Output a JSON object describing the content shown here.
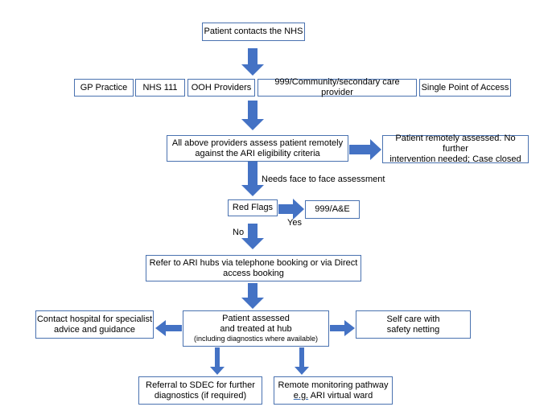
{
  "diagram": {
    "start": "Patient contacts the NHS",
    "providers": [
      "GP Practice",
      "NHS 111",
      "OOH Providers",
      "999/Community/secondary care provider",
      "Single Point of Access"
    ],
    "assess_remote": [
      "All above providers assess patient remotely",
      "against the ARI eligibility criteria"
    ],
    "remote_closed": [
      "Patient remotely assessed. No further",
      "intervention needed; Case closed"
    ],
    "needs_f2f_label": "Needs face to face assessment",
    "red_flags": "Red Flags",
    "yes_label": "Yes",
    "ae": "999/A&E",
    "no_label": "No",
    "refer_hubs": [
      "Refer to ARI hubs via telephone booking or via Direct",
      "access booking"
    ],
    "contact_hospital": [
      "Contact hospital for specialist",
      "advice and guidance"
    ],
    "assessed_hub": [
      "Patient assessed",
      "and treated at hub"
    ],
    "assessed_hub_note": "(including diagnostics where available)",
    "self_care": [
      "Self care with",
      "safety netting"
    ],
    "sdec": [
      "Referral to SDEC for further",
      "diagnostics (if required)"
    ],
    "remote_monitoring_line1": "Remote monitoring pathway",
    "remote_monitoring_eg": "e.g.",
    "remote_monitoring_rest": " ARI virtual ward"
  },
  "colors": {
    "arrow": "#4472c4",
    "border": "#4a72b0"
  }
}
